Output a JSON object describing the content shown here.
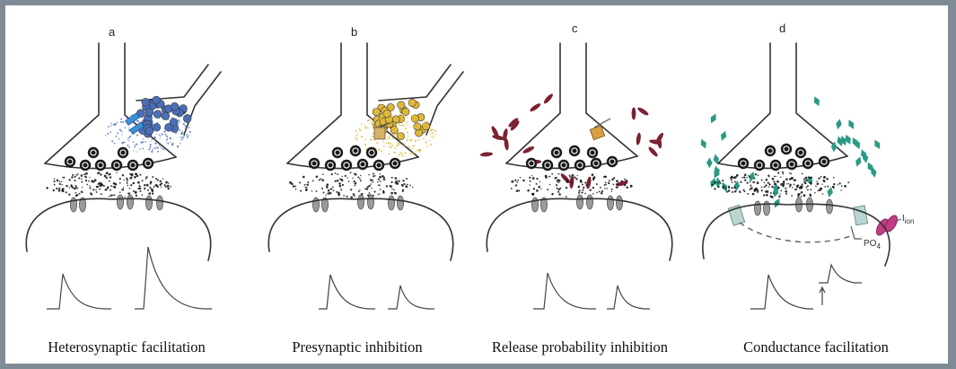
{
  "panels": [
    {
      "letter": "a",
      "caption": "Heterosynaptic facilitation",
      "particle_color": "#4a6fb8",
      "receptor_color": "#3b8fd6"
    },
    {
      "letter": "b",
      "caption": "Presynaptic inhibition",
      "particle_color": "#e0b83a",
      "receptor_color": "#d8b26a"
    },
    {
      "letter": "c",
      "caption": "Release probability inhibition",
      "particle_color": "#7a2330",
      "receptor_color": "#d8a040"
    },
    {
      "letter": "d",
      "caption": "Conductance facilitation",
      "particle_color": "#2a9a86",
      "receptor_color": "#b8d6d2"
    }
  ],
  "labels": {
    "ion_current": "I",
    "ion_sub": "ion",
    "phosphate": "PO",
    "phosphate_sub": "4"
  }
}
